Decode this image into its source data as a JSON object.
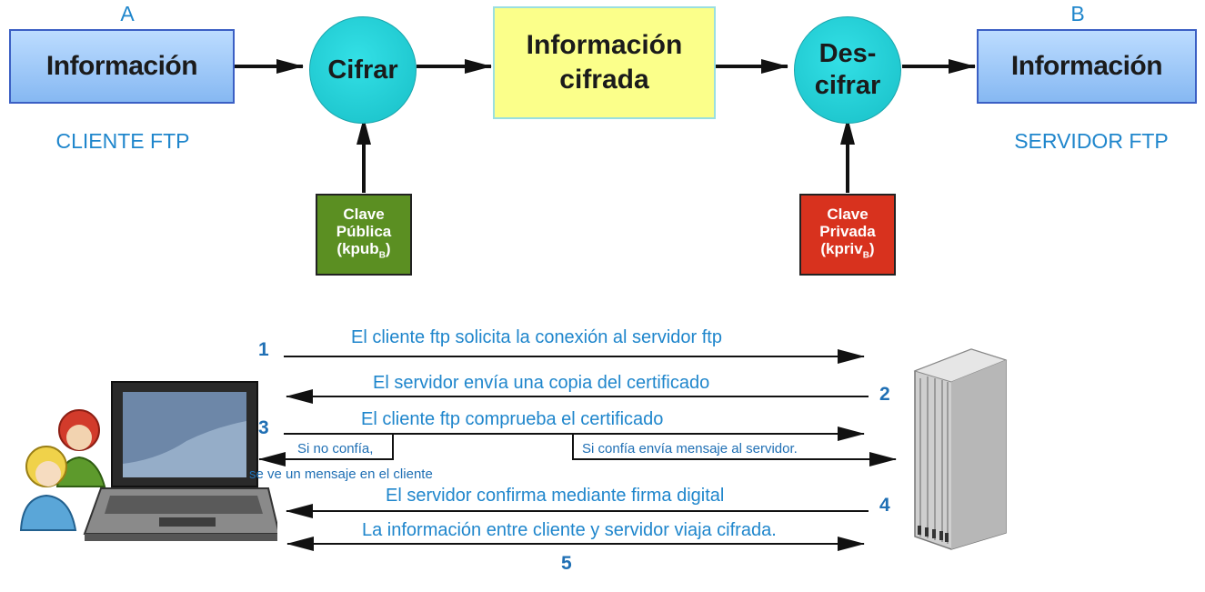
{
  "top_diagram": {
    "label_a": "A",
    "label_b": "B",
    "source_box": "Información",
    "cipher_node": "Cifrar",
    "encrypted_box_line1": "Información",
    "encrypted_box_line2": "cifrada",
    "decipher_node_line1": "Des-",
    "decipher_node_line2": "cifrar",
    "target_box": "Información",
    "client_label": "CLIENTE FTP",
    "server_label": "SERVIDOR FTP",
    "public_key": {
      "line1": "Clave",
      "line2": "Pública",
      "line3_main": "(kpub",
      "line3_sub": "B",
      "line3_end": ")"
    },
    "private_key": {
      "line1": "Clave",
      "line2": "Privada",
      "line3_main": "(kpriv",
      "line3_sub": "B",
      "line3_end": ")"
    }
  },
  "handshake": {
    "steps": [
      {
        "num": "1",
        "text": "El cliente ftp solicita la conexión al servidor ftp"
      },
      {
        "num": "2",
        "text": "El servidor envía una copia del certificado"
      },
      {
        "num": "3",
        "text": "El cliente ftp comprueba el certificado"
      },
      {
        "num": "4",
        "text": "El servidor confirma mediante firma digital"
      },
      {
        "num": "5",
        "text": "La información entre cliente y servidor viaja cifrada."
      }
    ],
    "branch_no_trust_line1": "Si no confía,",
    "branch_no_trust_line2": "se ve un mensaje en el cliente",
    "branch_trust": "Si confía envía mensaje al servidor."
  },
  "colors": {
    "label_blue": "#1f86cc",
    "info_box": "#a5cdfa",
    "encrypted_box": "#fbff8a",
    "node_cyan": "#22cbd2",
    "public_key": "#5b8f22",
    "private_key": "#d8321e"
  }
}
